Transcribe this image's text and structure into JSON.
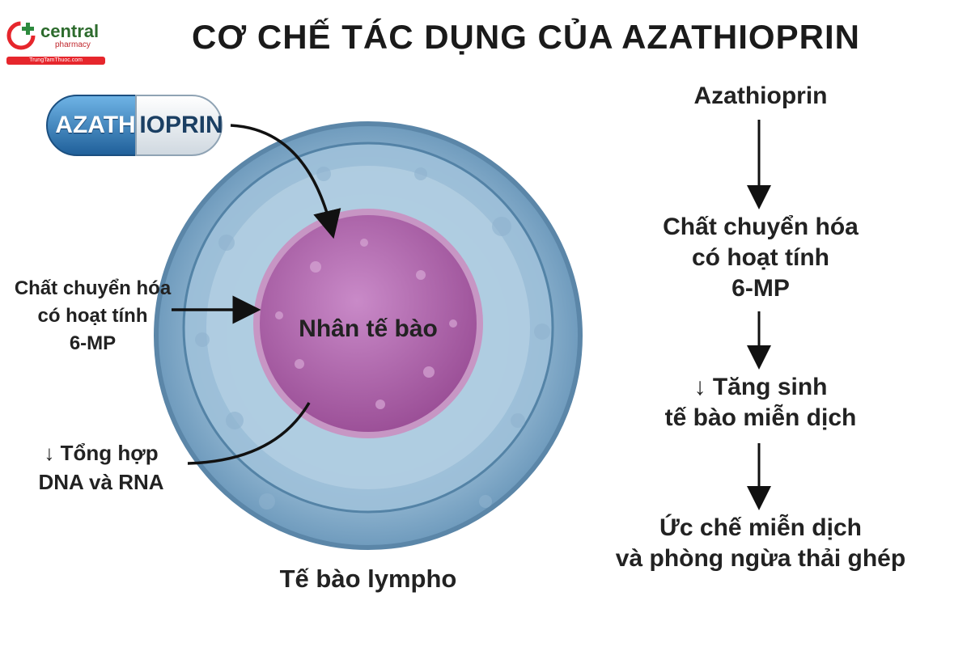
{
  "logo": {
    "brand": "central",
    "sub": "pharmacy",
    "site": "TrungTamThuoc.com"
  },
  "title": "CƠ CHẾ TÁC DỤNG CỦA AZATHIOPRIN",
  "pill": {
    "left_text": "AZATH",
    "right_text": "IOPRIN"
  },
  "nucleus_label": "Nhân tế bào",
  "cell_label": "Tế bào lympho",
  "left_labels": {
    "metabolite": [
      "Chất chuyển hóa",
      "có hoạt tính",
      "6-MP"
    ],
    "synthesis": [
      "↓ Tổng hợp",
      "DNA và RNA"
    ]
  },
  "flow": {
    "step1": "Azathioprin",
    "step2": [
      "Chất chuyển hóa",
      "có hoạt tính",
      "6-MP"
    ],
    "step3": [
      "↓ Tăng sinh",
      "tế bào miễn dịch"
    ],
    "step4": [
      "Ức chế miễn dịch",
      "và phòng ngừa thải ghép"
    ]
  },
  "colors": {
    "cell": "#7fa8c6",
    "nucleus": "#b46ab0",
    "pill_blue": "#2f7fbf",
    "arrow": "#111111"
  }
}
